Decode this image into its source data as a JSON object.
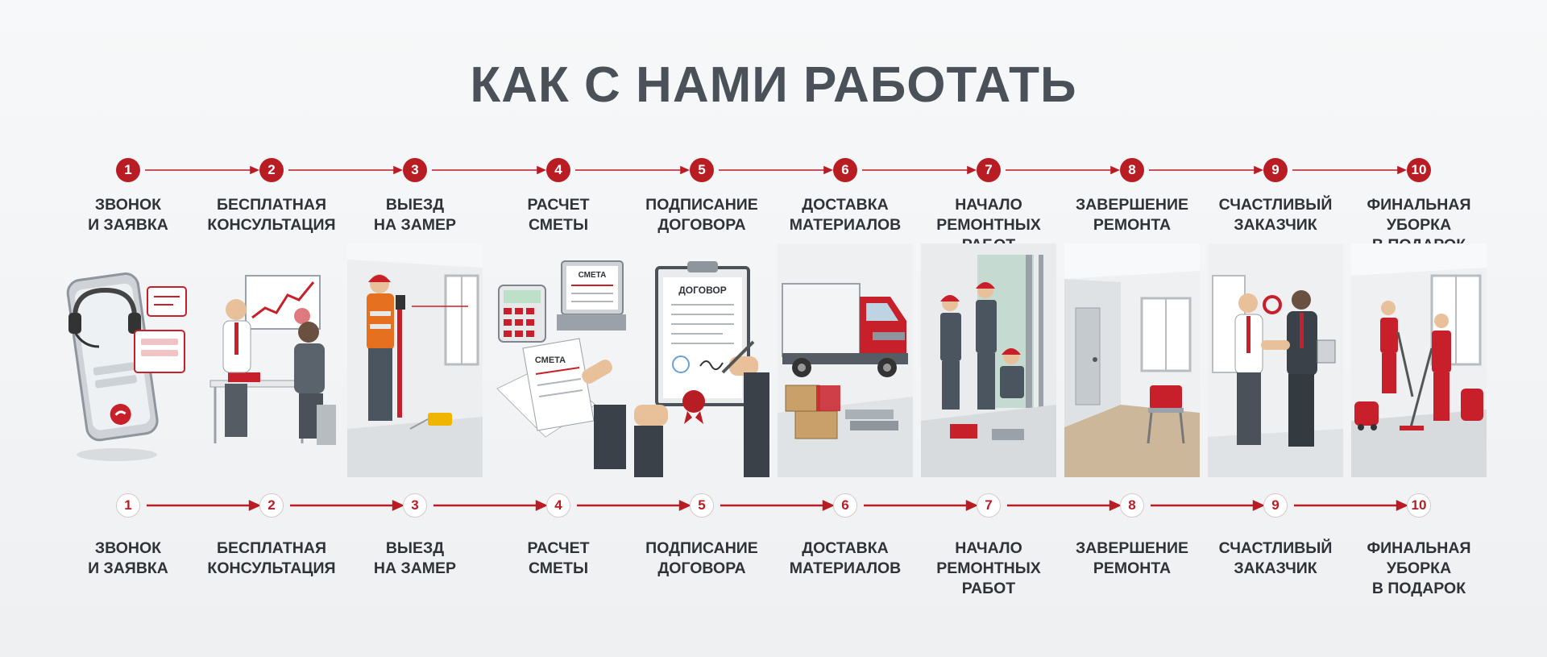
{
  "title": "КАК С НАМИ РАБОТАТЬ",
  "steps": [
    {
      "num": "1",
      "label": "ЗВОНОК\nИ ЗАЯВКА"
    },
    {
      "num": "2",
      "label": "БЕСПЛАТНАЯ\nКОНСУЛЬТАЦИЯ"
    },
    {
      "num": "3",
      "label": "ВЫЕЗД\nНА ЗАМЕР"
    },
    {
      "num": "4",
      "label": "РАСЧЕТ\nСМЕТЫ"
    },
    {
      "num": "5",
      "label": "ПОДПИСАНИЕ\nДОГОВОРА"
    },
    {
      "num": "6",
      "label": "ДОСТАВКА\nМАТЕРИАЛОВ"
    },
    {
      "num": "7",
      "label": "НАЧАЛО\nРЕМОНТНЫХ\nРАБОТ"
    },
    {
      "num": "8",
      "label": "ЗАВЕРШЕНИЕ\nРЕМОНТА"
    },
    {
      "num": "9",
      "label": "СЧАСТЛИВЫЙ\nЗАКАЗЧИК"
    },
    {
      "num": "10",
      "label": "ФИНАЛЬНАЯ\nУБОРКА\nВ ПОДАРОК"
    }
  ],
  "illustrations": {
    "estimate_laptop": "СМЕТА",
    "estimate_paper": "СМЕТА",
    "contract": "ДОГОВОР"
  },
  "colors": {
    "accent": "#b81d24",
    "text": "#2f3338",
    "title": "#4a5158"
  }
}
